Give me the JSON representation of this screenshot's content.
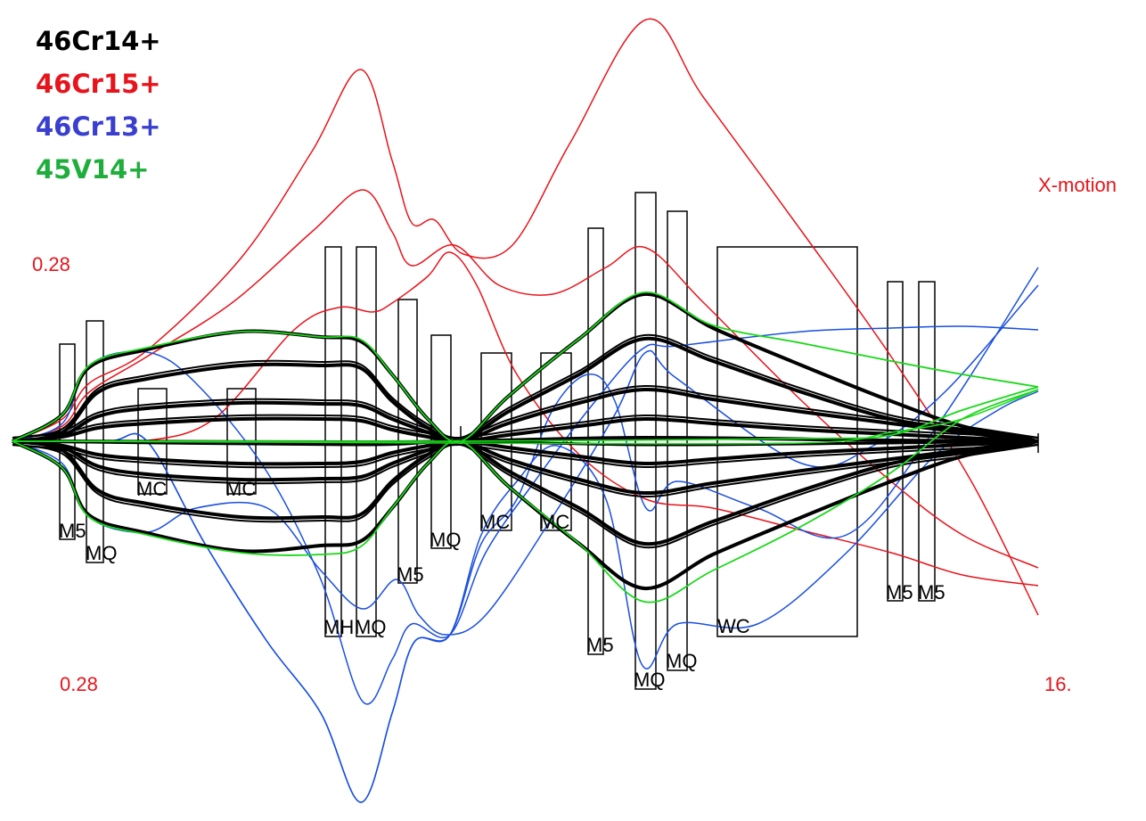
{
  "legend": [
    {
      "label": "46Cr14+",
      "color": "#000000"
    },
    {
      "label": "46Cr15+",
      "color": "#e8141b"
    },
    {
      "label": "46Cr13+",
      "color": "#3a3fcf"
    },
    {
      "label": "45V14+",
      "color": "#1fae3c"
    }
  ],
  "labels": {
    "title": "X-motion",
    "left_top": "0.28",
    "left_bottom": "0.28",
    "right_bottom": "16."
  },
  "elements": [
    {
      "name": "M5"
    },
    {
      "name": "MQ"
    },
    {
      "name": "MC"
    },
    {
      "name": "MC"
    },
    {
      "name": "MH"
    },
    {
      "name": "MQ"
    },
    {
      "name": "M5"
    },
    {
      "name": "MQ"
    },
    {
      "name": "MC"
    },
    {
      "name": "MC"
    },
    {
      "name": "M5"
    },
    {
      "name": "MQ"
    },
    {
      "name": "MQ"
    },
    {
      "name": "WC"
    },
    {
      "name": "M5"
    },
    {
      "name": "M5"
    }
  ],
  "colors": {
    "black_beam": "#000000",
    "red_beam": "#e8141b",
    "blue_beam": "#1a4fe0",
    "green_beam": "#18d818"
  }
}
